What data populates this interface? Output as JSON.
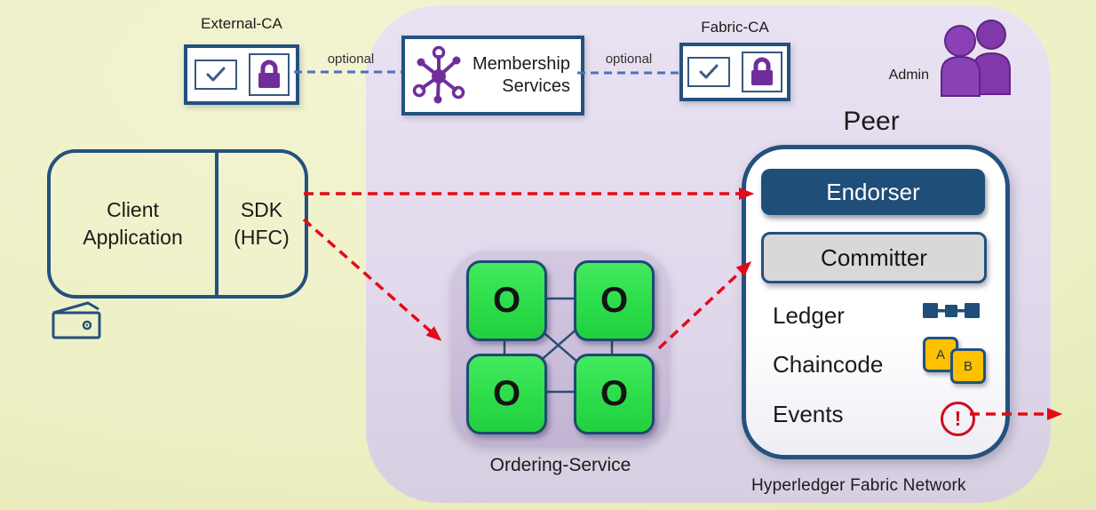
{
  "colors": {
    "background_yellow": "#eef0c6",
    "network_lavender": "#e2daec",
    "ordering_mauve": "#cbbedb",
    "navy": "#1f4e79",
    "navy_border": "#24517e",
    "green_node": "#2fdf4e",
    "icon_purple": "#7a2fa6",
    "arrow_red": "#e30b17",
    "dash_blue": "#4a72bd",
    "chaincode_yellow": "#ffc000",
    "committer_gray": "#d8d8d8",
    "event_red": "#cc0e1d"
  },
  "external_ca": {
    "label": "External-CA"
  },
  "fabric_ca": {
    "label": "Fabric-CA"
  },
  "membership_services": {
    "line1": "Membership",
    "line2": "Services"
  },
  "optional_links": {
    "left_label": "optional",
    "right_label": "optional"
  },
  "admin": {
    "label": "Admin"
  },
  "client_application": {
    "line1": "Client",
    "line2": "Application",
    "sdk_line1": "SDK",
    "sdk_line2": "(HFC)"
  },
  "ordering_service": {
    "label": "Ordering-Service",
    "node_letter": "O"
  },
  "peer": {
    "title": "Peer",
    "endorser_label": "Endorser",
    "committer_label": "Committer",
    "ledger_label": "Ledger",
    "chaincode_label": "Chaincode",
    "events_label": "Events",
    "chaincode_tiles": {
      "a": "A",
      "b": "B"
    },
    "events_mark": "!"
  },
  "network_label": "Hyperledger Fabric Network"
}
